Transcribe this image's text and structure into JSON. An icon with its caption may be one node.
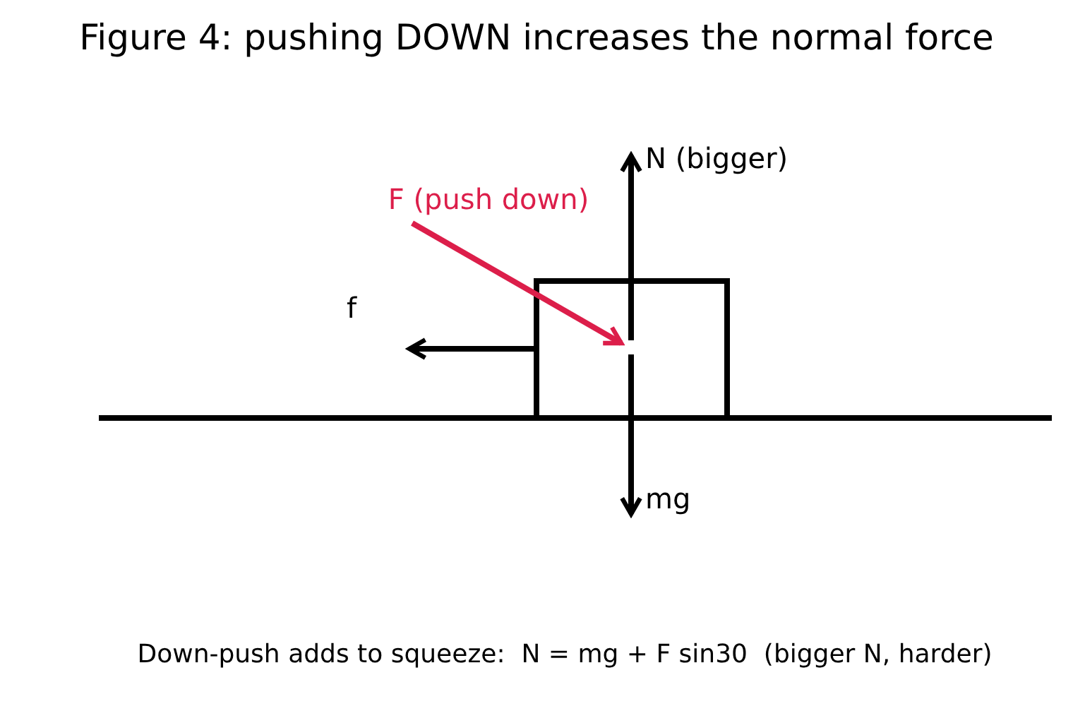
{
  "diagram": {
    "title": "Figure 4: pushing DOWN increases the normal force",
    "caption": "Down-push adds to squeeze:  N = mg + F sin30  (bigger N, harder)",
    "nodes": [
      {
        "text": [],
        "shape": "box"
      }
    ],
    "labels": [
      "N (bigger)",
      "F (push down)",
      "f",
      "mg"
    ]
  }
}
